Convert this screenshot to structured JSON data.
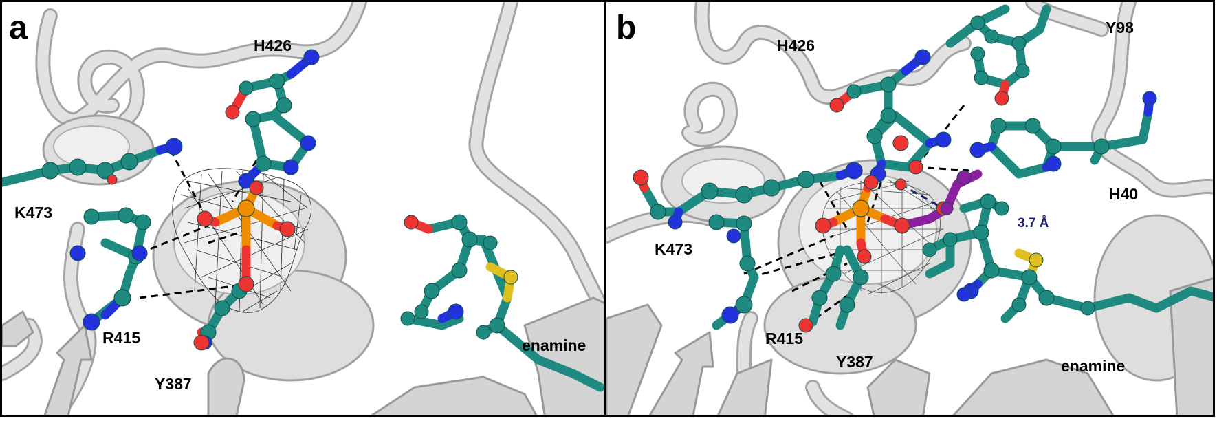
{
  "figure": {
    "panels": [
      {
        "letter": "a",
        "labels": [
          "H426",
          "K473",
          "R415",
          "Y387",
          "enamine"
        ]
      },
      {
        "letter": "b",
        "labels": [
          "H426",
          "K473",
          "R415",
          "Y387",
          "enamine",
          "Y98",
          "H40"
        ],
        "distance_label": "3.7 Å"
      }
    ],
    "colors": {
      "carbon": "#1e8a80",
      "nitrogen": "#2233dd",
      "oxygen": "#ee3333",
      "phosphorus": "#f08c00",
      "sulfur": "#e0c020",
      "ligand_carbon": "#8a1fa0",
      "ribbon": "#dcdcdc",
      "ribbon_edge": "#9a9a9a",
      "distance_label": "#1a2470"
    }
  }
}
